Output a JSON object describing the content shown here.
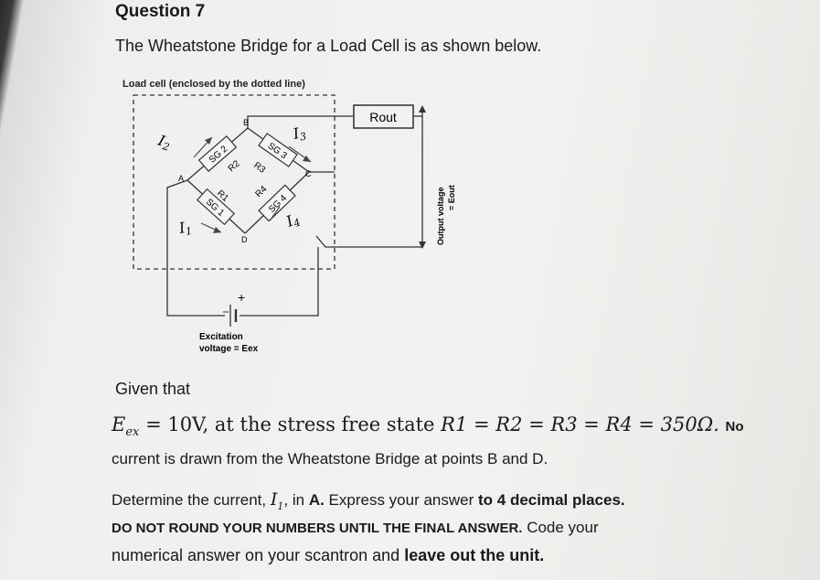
{
  "question": {
    "title": "Question 7",
    "intro": "The Wheatstone Bridge for a Load Cell is as shown below."
  },
  "diagram": {
    "caption": "Load cell (enclosed by the dotted line)",
    "rout_label": "Rout",
    "node_a": "A",
    "node_b": "B",
    "node_c": "C",
    "node_d": "D",
    "r1": "R1",
    "r2": "R2",
    "r3": "R3",
    "r4": "R4",
    "sg1": "SG 1",
    "sg2": "SG 2",
    "sg3": "SG 3",
    "sg4": "SG 4",
    "i1": "I",
    "i1_sub": "1",
    "i2": "I",
    "i2_sub": "2",
    "i3": "I",
    "i3_sub": "3",
    "i4": "I",
    "i4_sub": "4",
    "plus": "+",
    "excitation_line1": "Excitation",
    "excitation_line2": "voltage = Eex",
    "output_line1": "Output voltage",
    "output_line2": "= Eout"
  },
  "body": {
    "given": "Given that",
    "eq_E": "E",
    "eq_ex": "ex",
    "eq_value": "= 10V,",
    "eq_text": " at the stress free state ",
    "eq_resistances": "R1 = R2 = R3 = R4 = 350Ω.",
    "eq_tail": "No",
    "line1": "current is drawn from the Wheatstone Bridge at points B and D.",
    "line2_a": "Determine the current,",
    "line2_var": "I",
    "line2_sub": "1",
    "line2_b": ", in",
    "line2_unit": "A.",
    "line2_c": "Express your answer",
    "line2_d": "to 4 decimal places.",
    "line3_caps": "DO NOT ROUND YOUR NUMBERS UNTIL THE FINAL ANSWER.",
    "line3_rest": "Code your",
    "line4_a": "numerical answer on your scantron and",
    "line4_b": "leave out the unit."
  }
}
